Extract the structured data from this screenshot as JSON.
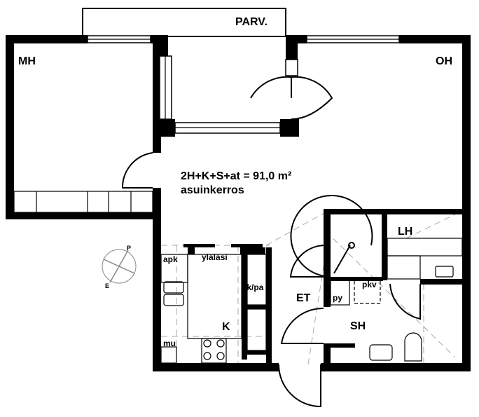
{
  "plan": {
    "summary": "2H+K+S+at = 91,0 m²",
    "floor": "asuinkerros"
  },
  "rooms": {
    "balcony": "PARV.",
    "bedroom": "MH",
    "living": "OH",
    "kitchen": "K",
    "hall": "ET",
    "bathroom": "SH",
    "closet": "LH"
  },
  "fixtures": {
    "dishwasher": "apk",
    "upper_cabinet": "yläläsi",
    "fridge_freezer": "jk/pa",
    "microwave": "mu",
    "washing_machine": "pkv",
    "laundry_basket": "py"
  },
  "compass": {
    "north": "P",
    "east": "E"
  }
}
